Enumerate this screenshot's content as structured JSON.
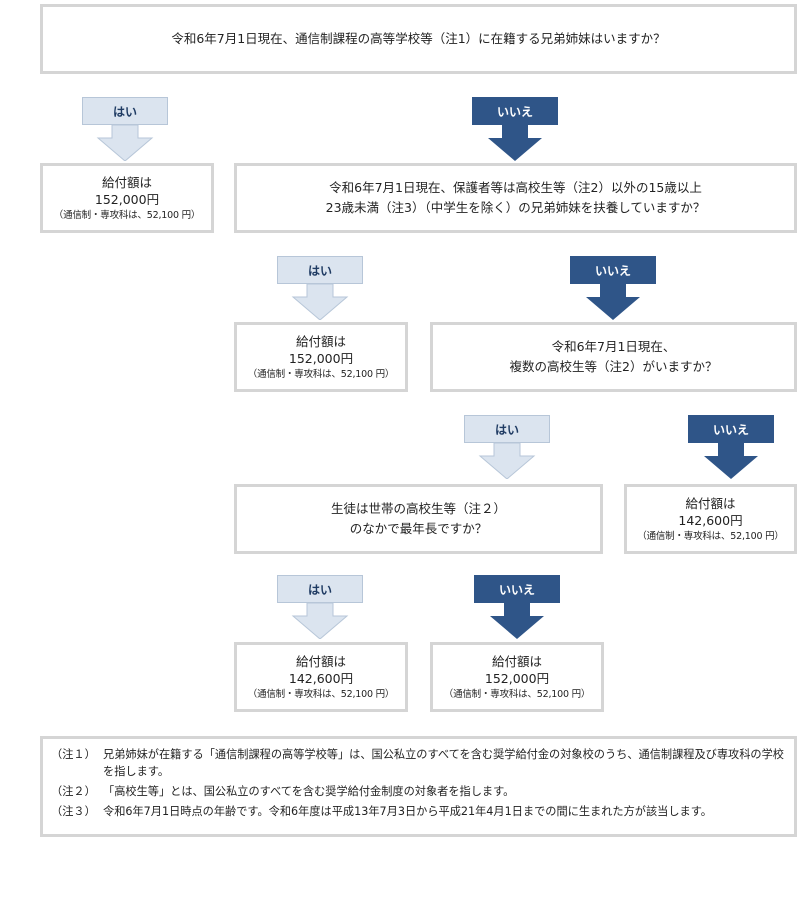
{
  "questions": {
    "q1": "令和6年7月1日現在、通信制課程の高等学校等（注1）に在籍する兄弟姉妹はいますか？",
    "q2_line1": "令和6年7月1日現在、保護者等は高校生等（注2）以外の15歳以上",
    "q2_line2": "23歳未満（注3）（中学生を除く）の兄弟姉妹を扶養していますか？",
    "q3_line1": "令和6年7月1日現在、",
    "q3_line2": "複数の高校生等（注2）がいますか？",
    "q4_line1": "生徒は世帯の高校生等（注２）",
    "q4_line2": "のなかで最年長ですか？"
  },
  "answers": {
    "yes": "はい",
    "no": "いいえ"
  },
  "results": {
    "r1": {
      "title": "給付額は",
      "amount": "152,000円",
      "note": "（通信制・専攻科は、52,100 円）"
    },
    "r2": {
      "title": "給付額は",
      "amount": "152,000円",
      "note": "（通信制・専攻科は、52,100 円）"
    },
    "r3": {
      "title": "給付額は",
      "amount": "142,600円",
      "note": "（通信制・専攻科は、52,100 円）"
    },
    "r4": {
      "title": "給付額は",
      "amount": "142,600円",
      "note": "（通信制・専攻科は、52,100 円）"
    },
    "r5": {
      "title": "給付額は",
      "amount": "152,000円",
      "note": "（通信制・専攻科は、52,100 円）"
    }
  },
  "notes": [
    {
      "label": "（注１）",
      "text": "兄弟姉妹が在籍する「通信制課程の高等学校等」は、国公私立のすべてを含む奨学給付金の対象校のうち、通信制課程及び専攻科の学校を指します。"
    },
    {
      "label": "（注２）",
      "text": "「高校生等」とは、国公私立のすべてを含む奨学給付金制度の対象者を指します。"
    },
    {
      "label": "（注３）",
      "text": "令和6年7月1日時点の年齢です。令和6年度は平成13年7月3日から平成21年4月1日までの間に生まれた方が該当します。"
    }
  ],
  "colors": {
    "yes_fill": "#dbe4ef",
    "no_fill": "#2f5588",
    "border": "#d5d5d5"
  }
}
